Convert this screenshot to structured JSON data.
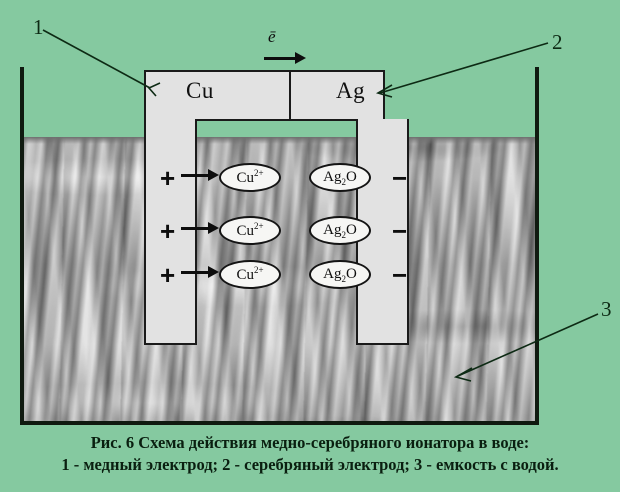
{
  "figure": {
    "background_color": "#85c9a0",
    "electron_label": "ē",
    "electrode_assembly": {
      "left_label": "Cu",
      "right_label": "Ag",
      "plate_color": "#e2e2e2"
    },
    "vessel": {
      "wall_color": "#101a10",
      "water_color": "#a9a9a9"
    },
    "rows": [
      {
        "plus": "+",
        "cation": "Cu",
        "cation_charge": "2+",
        "anion_a": "Ag",
        "anion_sub": "2",
        "anion_b": "O",
        "minus": "−"
      },
      {
        "plus": "+",
        "cation": "Cu",
        "cation_charge": "2+",
        "anion_a": "Ag",
        "anion_sub": "2",
        "anion_b": "O",
        "minus": "−"
      },
      {
        "plus": "+",
        "cation": "Cu",
        "cation_charge": "2+",
        "anion_a": "Ag",
        "anion_sub": "2",
        "anion_b": "O",
        "minus": "−"
      }
    ],
    "callouts": [
      {
        "number": "1",
        "target": "copper-electrode"
      },
      {
        "number": "2",
        "target": "silver-electrode"
      },
      {
        "number": "3",
        "target": "water-vessel"
      }
    ],
    "caption": {
      "line1": "Рис. 6 Схема действия медно-серебряного ионатора в воде:",
      "line2": "1 - медный электрод; 2 - серебряный электрод; 3 - емкость с водой."
    }
  }
}
